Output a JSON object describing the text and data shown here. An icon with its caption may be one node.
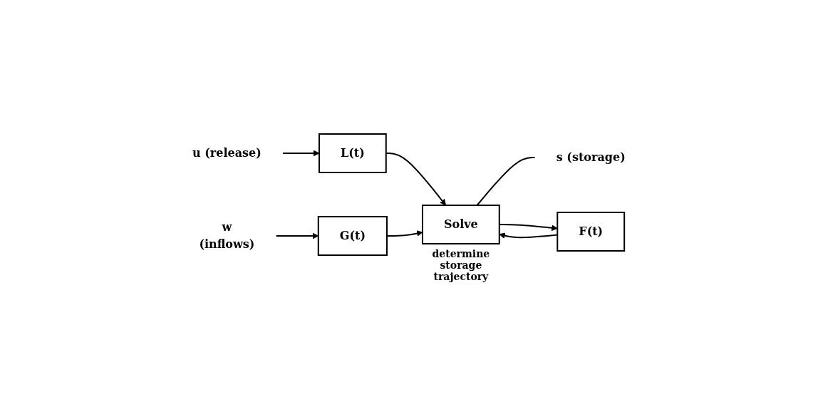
{
  "diagram": {
    "nodes": [
      {
        "text": [
          "u (release)"
        ]
      },
      {
        "text": [
          "L(t)"
        ]
      },
      {
        "text": [
          "w",
          "(inflows)"
        ]
      },
      {
        "text": [
          "G(t)"
        ]
      },
      {
        "text": [
          "Solve"
        ],
        "beside": [
          "determine storage trajectory"
        ]
      },
      {
        "text": [
          "s (storage)"
        ]
      },
      {
        "text": [
          "F(t)"
        ]
      }
    ],
    "edges": [
      {
        "from": 0,
        "to": 1,
        "arrow": "to"
      },
      {
        "from": 1,
        "to": 4,
        "arrow": "to"
      },
      {
        "from": 2,
        "to": 3,
        "arrow": "to"
      },
      {
        "from": 3,
        "to": 4,
        "arrow": "to"
      },
      {
        "from": 4,
        "to": 5,
        "arrow": "none"
      },
      {
        "from": 4,
        "to": 6,
        "arrow": "to"
      },
      {
        "from": 6,
        "to": 4,
        "arrow": "to"
      }
    ]
  }
}
